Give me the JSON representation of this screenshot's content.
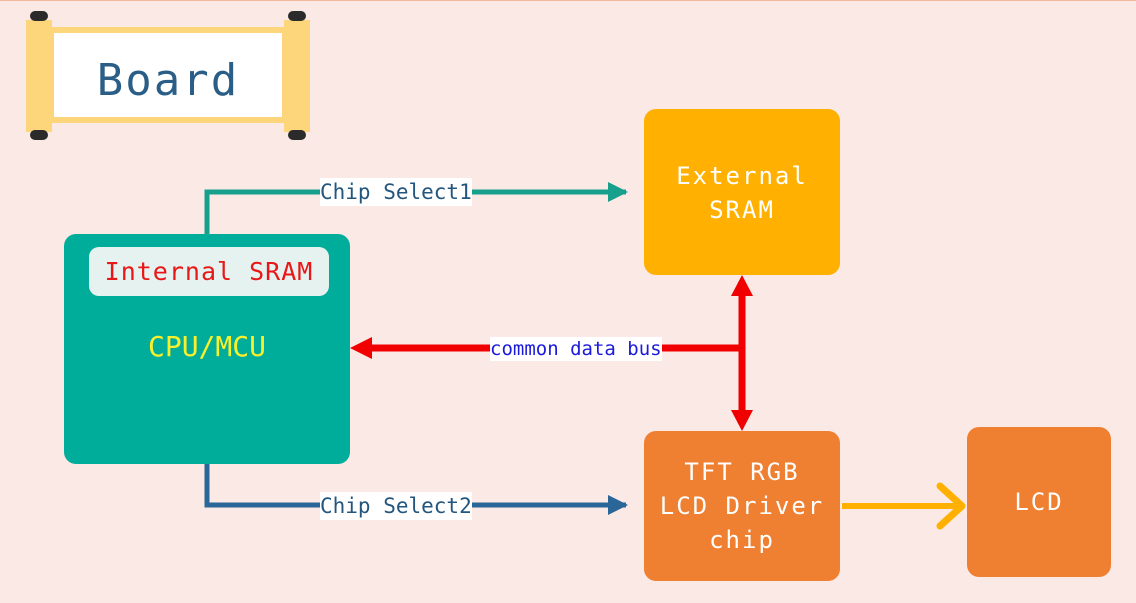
{
  "title": "Board",
  "blocks": {
    "cpu": {
      "label": "CPU/MCU",
      "internal_memory": "Internal SRAM"
    },
    "external_sram": {
      "line1": "External",
      "line2": "SRAM"
    },
    "tft_driver": {
      "line1": "TFT RGB",
      "line2": "LCD Driver",
      "line3": "chip"
    },
    "lcd": {
      "label": "LCD"
    }
  },
  "connections": {
    "chip_select_1": "Chip Select1",
    "chip_select_2": "Chip Select2",
    "data_bus": "common data bus"
  },
  "colors": {
    "background": "#fbe9e5",
    "cpu": "#00ad9b",
    "external_sram": "#ffb000",
    "driver_and_lcd": "#ef7f31",
    "chip_select_1_line": "#17a08c",
    "chip_select_2_line": "#2a6698",
    "data_bus_line": "#f00000",
    "lcd_link_line": "#ffb000"
  }
}
